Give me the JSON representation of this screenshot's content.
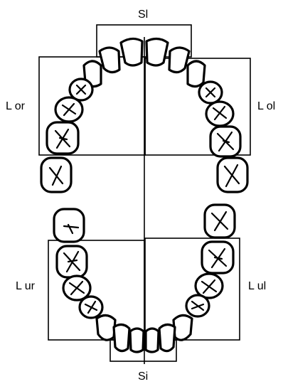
{
  "labels": {
    "top": "Sl",
    "bottom": "Si",
    "upper_right": "L or",
    "upper_left": "L ol",
    "lower_right": "L ur",
    "lower_left": "L ul"
  }
}
